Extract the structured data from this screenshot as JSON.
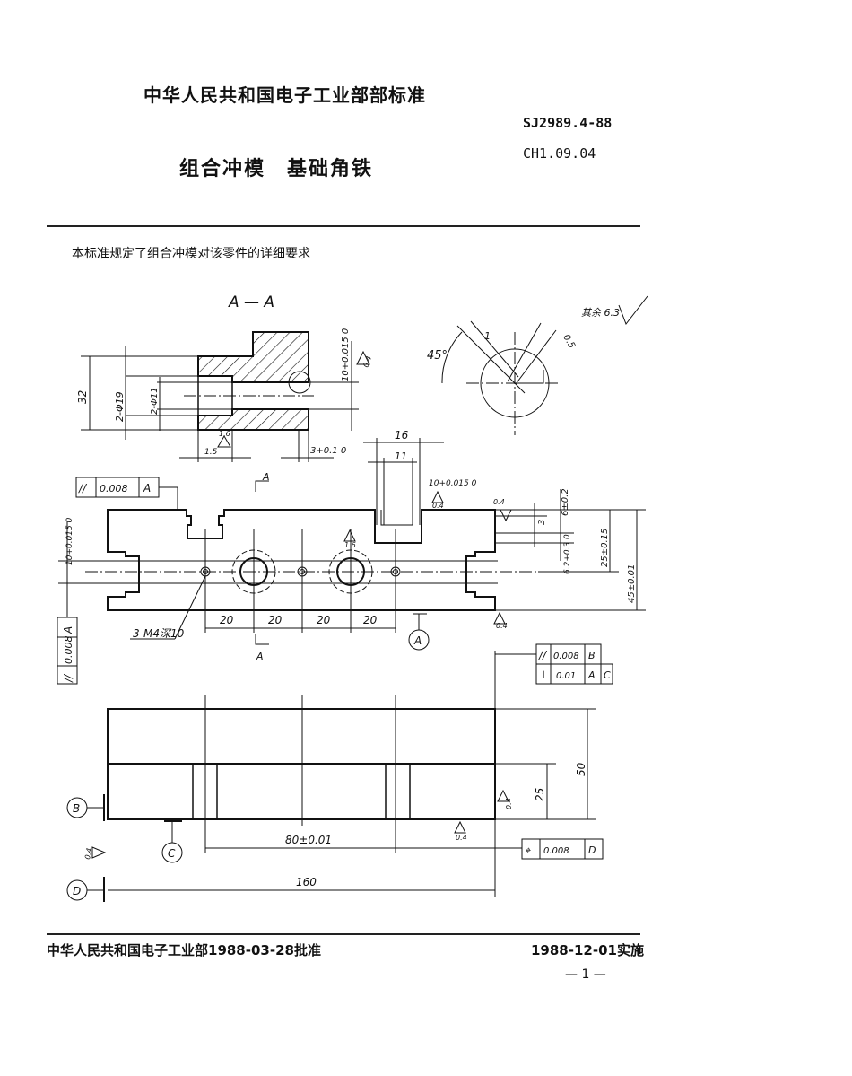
{
  "header": {
    "organization": "中华人民共和国电子工业部部标准",
    "standard_number": "SJ2989.4-88",
    "classification_code": "CH1.09.04",
    "title": "组合冲模　基础角铁"
  },
  "intro": "本标准规定了组合冲模对该零件的详细要求",
  "drawing": {
    "section_title": "A — A",
    "section_view": {
      "dim_height": "32",
      "dim_counterbore": "2-Φ19",
      "dim_hole": "2-Φ11",
      "dim_slot": "10+0.015 0",
      "roughness_slot": "0.4",
      "dim_depth_left": "1.5",
      "roughness_left": "1.6",
      "dim_depth_right": "3+0.1 0"
    },
    "detail_view": {
      "angle": "45°",
      "dim_width": "1",
      "dim_chamfer": "0.5",
      "roughness_rest": "其余 6.3"
    },
    "plan_view": {
      "dim_16": "16",
      "dim_11": "11",
      "dim_slot": "10+0.015 0",
      "roughness_slot": "0.4",
      "roughness_bottom": "1.6",
      "roughness_top": "0.4",
      "dim_3": "3",
      "dim_6": "6±0.2",
      "dim_25": "25±0.15",
      "dim_45": "45±0.01",
      "dim_6_2": "6.2+0.3 0",
      "dim_left_slot": "10+0.015 0",
      "pitch": [
        "20",
        "20",
        "20",
        "20"
      ],
      "thread_note": "3-M4深10",
      "roughness_side": "0.4",
      "section_mark": "A",
      "datum_a": "A",
      "frame_top": [
        "//",
        "0.008",
        "A"
      ],
      "frame_left": [
        "//",
        "0.008",
        "A"
      ]
    },
    "front_view": {
      "frame_parallel": [
        "//",
        "0.008",
        "B"
      ],
      "frame_perp": [
        "⊥",
        "0.01",
        "A",
        "C"
      ],
      "dim_50": "50",
      "dim_25": "25",
      "roughness_right": "0.4",
      "roughness_bottom": "0.4",
      "roughness_left": "0.4",
      "dim_80": "80±0.01",
      "frame_position": [
        "⌖",
        "0.008",
        "D"
      ],
      "dim_160": "160",
      "datum_b": "B",
      "datum_c": "C",
      "datum_d": "D"
    }
  },
  "footer": {
    "approval": "中华人民共和国电子工业部1988-03-28批准",
    "effective": "1988-12-01实施",
    "page": "— 1 —"
  }
}
